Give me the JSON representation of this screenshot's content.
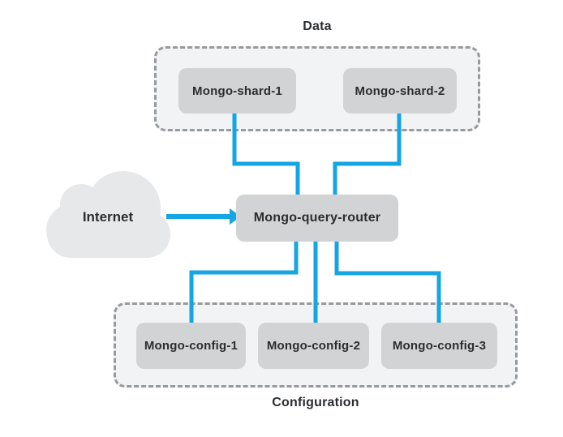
{
  "diagram": {
    "internet_label": "Internet",
    "router": {
      "label": "Mongo-query-router"
    },
    "data_group": {
      "label": "Data",
      "nodes": [
        {
          "label": "Mongo-shard-1"
        },
        {
          "label": "Mongo-shard-2"
        }
      ]
    },
    "config_group": {
      "label": "Configuration",
      "nodes": [
        {
          "label": "Mongo-config-1"
        },
        {
          "label": "Mongo-config-2"
        },
        {
          "label": "Mongo-config-3"
        }
      ]
    },
    "colors": {
      "connector_blue": "#14a5e3",
      "node_fill": "#d2d3d5",
      "group_fill": "#f2f3f4",
      "group_border": "#97999c",
      "cloud_fill": "#e7e8ea",
      "text_color": "#2b2d30"
    }
  }
}
